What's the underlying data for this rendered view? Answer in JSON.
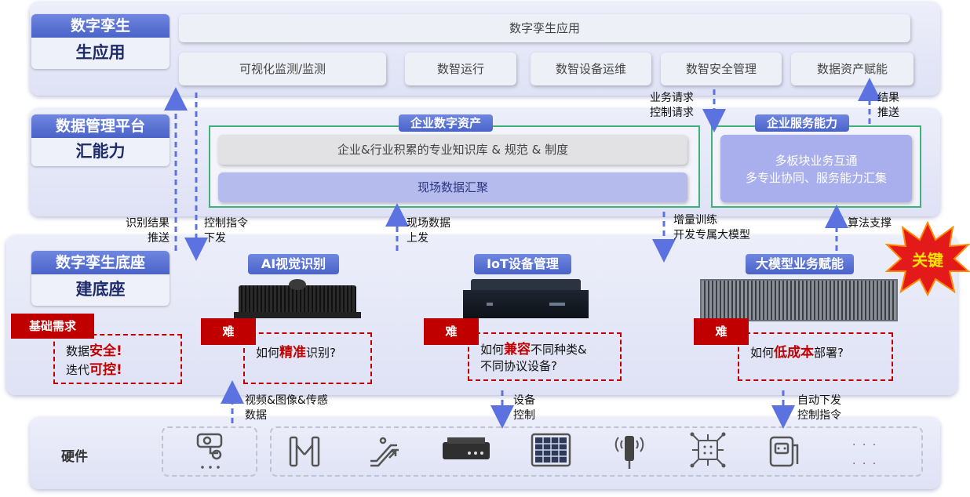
{
  "layers": {
    "app": {
      "title_top": "数字孪生",
      "title_bottom": "生应用",
      "header": "数字孪生应用",
      "items": [
        "可视化监测/监测",
        "数智运行",
        "数智设备运维",
        "数智安全管理",
        "数据资产赋能"
      ]
    },
    "data": {
      "title_top": "数据管理平台",
      "title_bottom": "汇能力",
      "asset_tag": "企业数字资产",
      "knowledge": "企业&行业积累的专业知识库 & 规范 & 制度",
      "site_data": "现场数据汇聚",
      "service_tag": "企业服务能力",
      "service_line1": "多板块业务互通",
      "service_line2": "多专业协同、服务能力汇集"
    },
    "base": {
      "title_top": "数字孪生底座",
      "title_bottom": "建底座",
      "basic_need": "基础需求",
      "safe_pre": "数据",
      "safe_em": "安全!",
      "ctrl_pre": "迭代",
      "ctrl_em": "可控!",
      "ai_tag": "AI视觉识别",
      "iot_tag": "IoT设备管理",
      "llm_tag": "大模型业务赋能",
      "key": "关键",
      "hard": "难",
      "ai_pre": "如何",
      "ai_em": "精准",
      "ai_post": "识别?",
      "iot_pre": "如何",
      "iot_em": "兼容",
      "iot_post": "不同种类&",
      "iot_line2": "不同协议设备?",
      "llm_pre": "如何",
      "llm_em": "低成本",
      "llm_post": "部署?"
    },
    "hardware": {
      "title": "硬件",
      "more": "· · ·\n· · ·"
    }
  },
  "arrows": {
    "business_req_1": "业务请求",
    "business_req_2": "控制请求",
    "result_1": "结果",
    "result_2": "推送",
    "recog_1": "识别结果",
    "recog_2": "推送",
    "ctrl_cmd_1": "控制指令",
    "ctrl_cmd_2": "下发",
    "site_up_1": "现场数据",
    "site_up_2": "上发",
    "train_1": "增量训练",
    "train_2": "开发专属大模型",
    "algo": "算法支撑",
    "video_1": "视频&图像&传感",
    "video_2": "数据",
    "device_1": "设备",
    "device_2": "控制",
    "auto_1": "自动下发",
    "auto_2": "控制指令"
  },
  "colors": {
    "accent": "#4a63c8",
    "arrow": "#5c72e0",
    "danger": "#c00000",
    "green_frame": "#3fb27a"
  }
}
